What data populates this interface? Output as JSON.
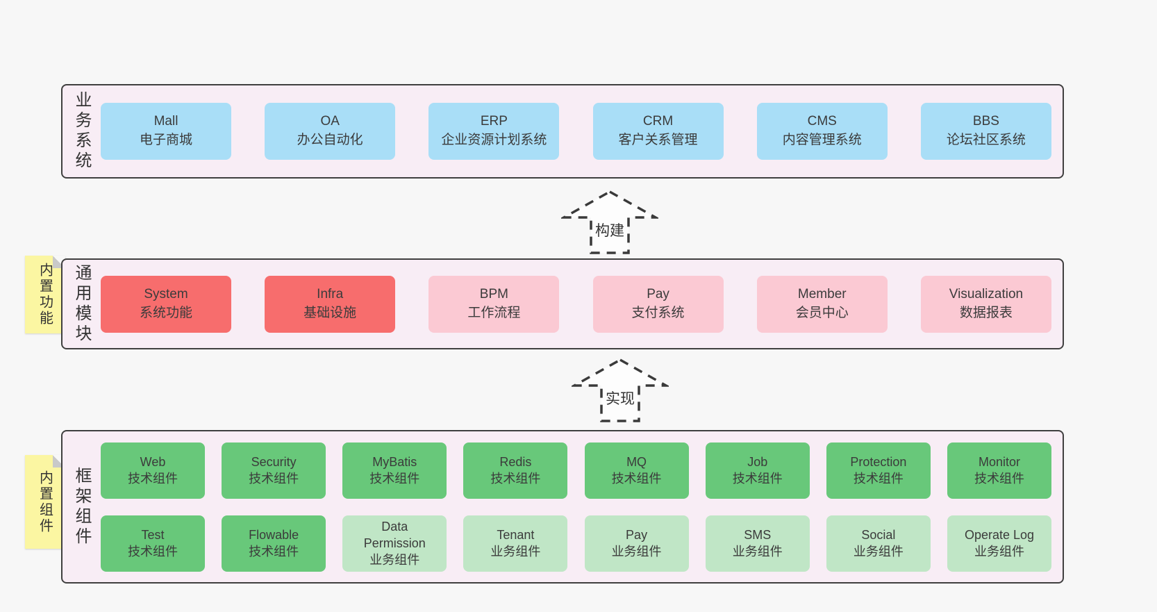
{
  "colors": {
    "page-bg": "#f7f7f7",
    "section-bg": "#f8edf5",
    "section-border": "#3f3f3f",
    "blue": "#a9def7",
    "red": "#f76d6d",
    "pink": "#fbc9d3",
    "green": "#68c87a",
    "green-light": "#c0e6c6",
    "sticky-yellow": "#fbf6a2",
    "sticky-fold": "#c9c9c9",
    "text": "#3b3b3b"
  },
  "arrows": [
    {
      "label": "构建"
    },
    {
      "label": "实现"
    }
  ],
  "sections": {
    "business": {
      "label": "业务系统",
      "boxes": [
        {
          "title": "Mall",
          "subtitle": "电子商城",
          "variant": "blue"
        },
        {
          "title": "OA",
          "subtitle": "办公自动化",
          "variant": "blue"
        },
        {
          "title": "ERP",
          "subtitle": "企业资源计划系统",
          "variant": "blue"
        },
        {
          "title": "CRM",
          "subtitle": "客户关系管理",
          "variant": "blue"
        },
        {
          "title": "CMS",
          "subtitle": "内容管理系统",
          "variant": "blue"
        },
        {
          "title": "BBS",
          "subtitle": "论坛社区系统",
          "variant": "blue"
        }
      ]
    },
    "modules": {
      "label": "通用模块",
      "sticky": "内置功能",
      "boxes": [
        {
          "title": "System",
          "subtitle": "系统功能",
          "variant": "red"
        },
        {
          "title": "Infra",
          "subtitle": "基础设施",
          "variant": "red"
        },
        {
          "title": "BPM",
          "subtitle": "工作流程",
          "variant": "pink"
        },
        {
          "title": "Pay",
          "subtitle": "支付系统",
          "variant": "pink"
        },
        {
          "title": "Member",
          "subtitle": "会员中心",
          "variant": "pink"
        },
        {
          "title": "Visualization",
          "subtitle": "数据报表",
          "variant": "pink"
        }
      ]
    },
    "components": {
      "label": "框架组件",
      "sticky": "内置组件",
      "rows": [
        [
          {
            "title": "Web",
            "subtitle": "技术组件",
            "variant": "green"
          },
          {
            "title": "Security",
            "subtitle": "技术组件",
            "variant": "green"
          },
          {
            "title": "MyBatis",
            "subtitle": "技术组件",
            "variant": "green"
          },
          {
            "title": "Redis",
            "subtitle": "技术组件",
            "variant": "green"
          },
          {
            "title": "MQ",
            "subtitle": "技术组件",
            "variant": "green"
          },
          {
            "title": "Job",
            "subtitle": "技术组件",
            "variant": "green"
          },
          {
            "title": "Protection",
            "subtitle": "技术组件",
            "variant": "green"
          },
          {
            "title": "Monitor",
            "subtitle": "技术组件",
            "variant": "green"
          }
        ],
        [
          {
            "title": "Test",
            "subtitle": "技术组件",
            "variant": "green"
          },
          {
            "title": "Flowable",
            "subtitle": "技术组件",
            "variant": "green"
          },
          {
            "title": "Data Permission",
            "subtitle": "业务组件",
            "variant": "green-light"
          },
          {
            "title": "Tenant",
            "subtitle": "业务组件",
            "variant": "green-light"
          },
          {
            "title": "Pay",
            "subtitle": "业务组件",
            "variant": "green-light"
          },
          {
            "title": "SMS",
            "subtitle": "业务组件",
            "variant": "green-light"
          },
          {
            "title": "Social",
            "subtitle": "业务组件",
            "variant": "green-light"
          },
          {
            "title": "Operate Log",
            "subtitle": "业务组件",
            "variant": "green-light"
          }
        ]
      ]
    }
  }
}
